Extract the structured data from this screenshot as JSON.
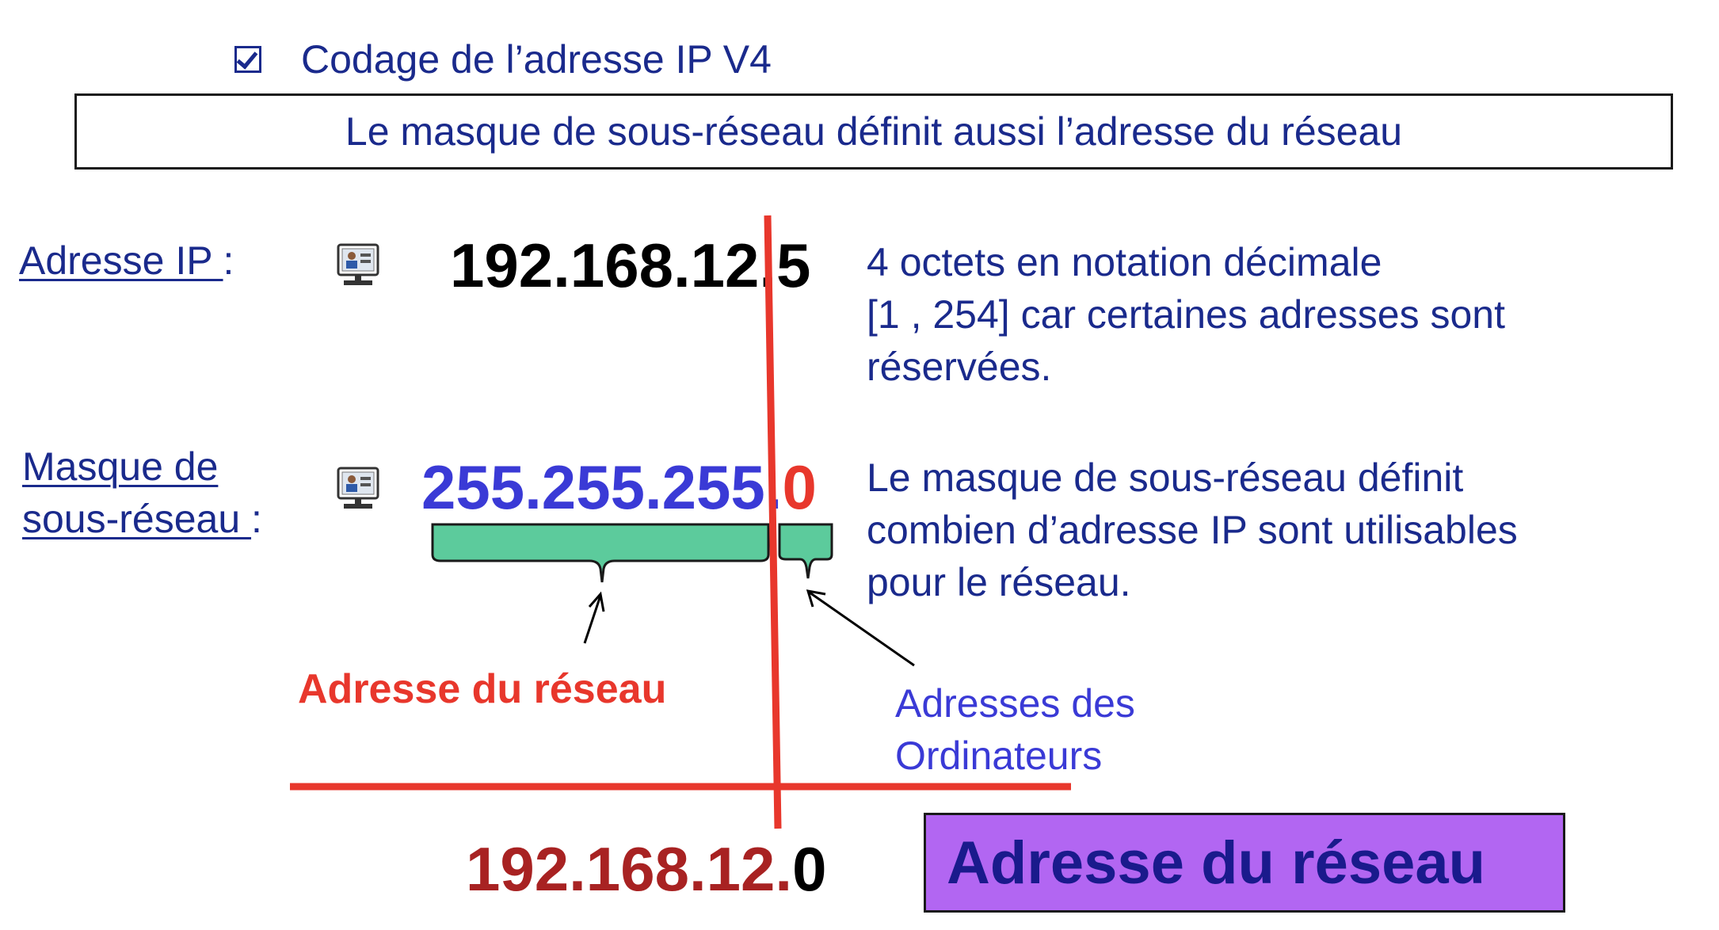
{
  "header": {
    "icon": "checkbox-checked-icon",
    "title": "Codage de l’adresse IP V4",
    "banner": "Le masque de sous-réseau définit aussi l’adresse du réseau"
  },
  "ip_row": {
    "label": "Adresse IP ",
    "label_suffix": ":",
    "icon": "computer-icon",
    "value": "192.168.12.5",
    "description": [
      "4 octets en notation décimale",
      "[1 , 254] car certaines adresses sont",
      "réservées."
    ]
  },
  "mask_row": {
    "label_line1": "Masque de",
    "label_line2": "sous-réseau ",
    "label_suffix": ":",
    "icon": "computer-icon",
    "value_network": "255.255.255.",
    "value_host": "0",
    "description": [
      "Le masque de sous-réseau définit",
      "combien d’adresse IP sont utilisables",
      "pour  le réseau."
    ]
  },
  "annotations": {
    "network_label": "Adresse du réseau",
    "hosts_label": "Adresses des Ordinateurs"
  },
  "result": {
    "prefix": "192.168.12.",
    "host": "0",
    "box_label": "Adresse du réseau"
  },
  "colors": {
    "text_blue": "#1a2a8c",
    "mask_blue": "#3a3ad6",
    "red_line": "#e8372c",
    "brace_fill": "#5ccb9c",
    "result_prefix": "#a82222",
    "result_box": "#b266f2"
  }
}
